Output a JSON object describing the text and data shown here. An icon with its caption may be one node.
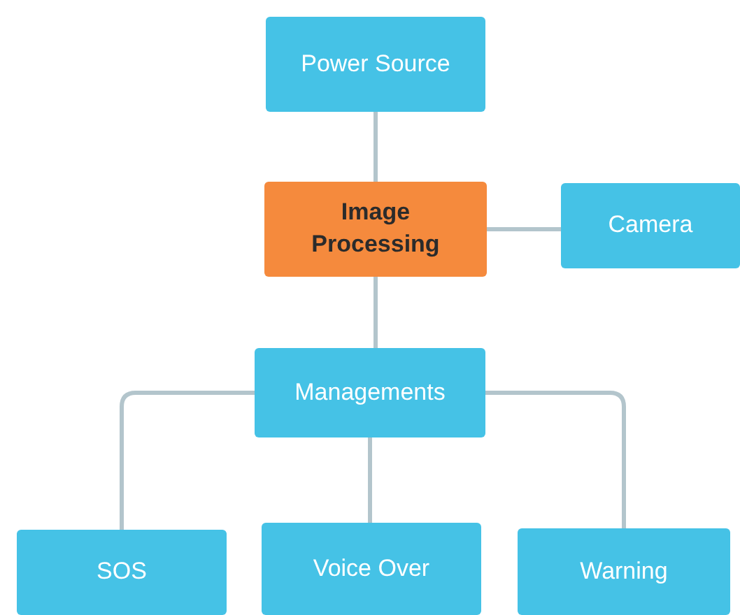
{
  "diagram": {
    "nodes": [
      {
        "text": [
          "Power Source"
        ]
      },
      {
        "text": [
          "Image Processing"
        ]
      },
      {
        "text": [
          "Camera"
        ]
      },
      {
        "text": [
          "Managements"
        ]
      },
      {
        "text": [
          "SOS"
        ]
      },
      {
        "text": [
          "Voice Over"
        ]
      },
      {
        "text": [
          "Warning"
        ]
      }
    ],
    "edges": [
      {
        "from": 0,
        "to": 1,
        "arrow": "none"
      },
      {
        "from": 1,
        "to": 2,
        "arrow": "none"
      },
      {
        "from": 1,
        "to": 3,
        "arrow": "none"
      },
      {
        "from": 3,
        "to": 4,
        "arrow": "none"
      },
      {
        "from": 3,
        "to": 5,
        "arrow": "none"
      },
      {
        "from": 3,
        "to": 6,
        "arrow": "none"
      }
    ]
  }
}
